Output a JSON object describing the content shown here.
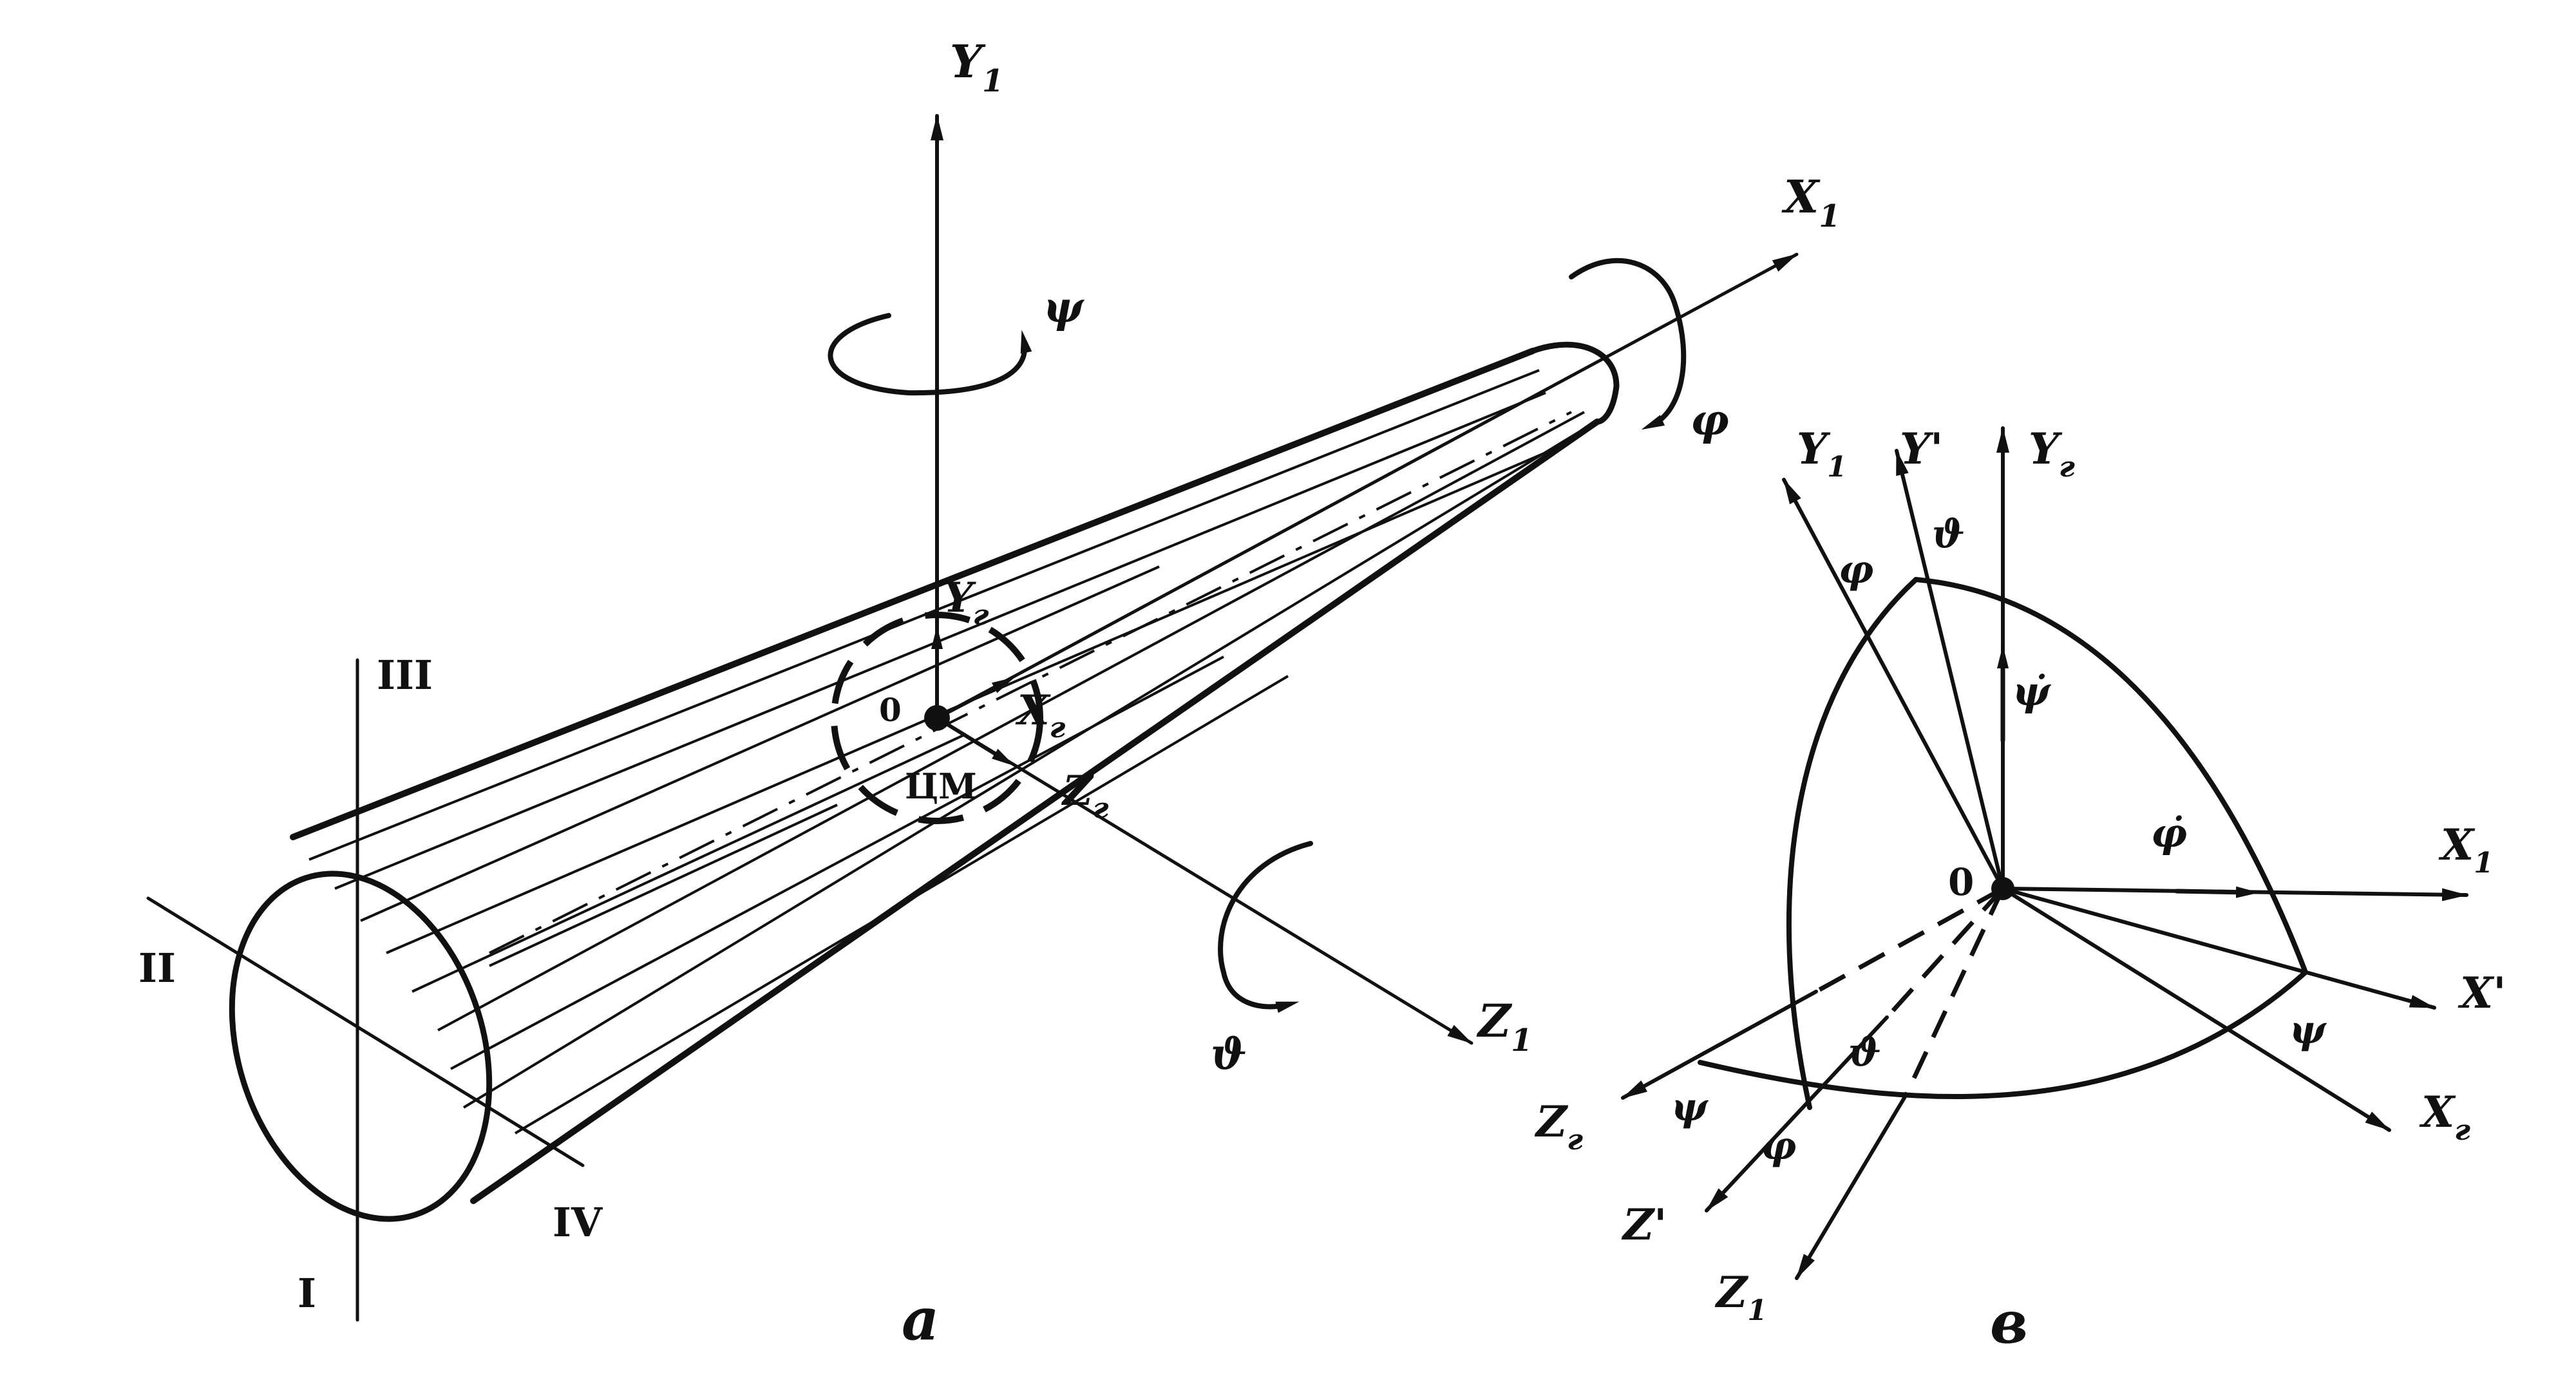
{
  "panel_a": {
    "caption": "a",
    "axes": {
      "y1": "Y",
      "y1_sub": "1",
      "x1": "X",
      "x1_sub": "1",
      "z1": "Z",
      "z1_sub": "1",
      "yg": "Y",
      "yg_sub": "г",
      "xg": "X",
      "xg_sub": "г",
      "zg": "Z",
      "zg_sub": "г"
    },
    "rotations": {
      "psi": "ψ",
      "phi": "φ",
      "theta": "ϑ"
    },
    "origin_label": "0",
    "cm_label": "ЦМ",
    "section_labels": {
      "s1": "I",
      "s2": "II",
      "s3": "III",
      "s4": "IV"
    }
  },
  "panel_v": {
    "caption": "в",
    "origin_label": "0",
    "axes": {
      "y1": "Y",
      "y1_sub": "1",
      "yprime": "Y'",
      "yg": "Y",
      "yg_sub": "г",
      "x1": "X",
      "x1_sub": "1",
      "xprime": "X'",
      "xg": "X",
      "xg_sub": "г",
      "zg": "Z",
      "zg_sub": "г",
      "zprime": "Z'",
      "z1": "Z",
      "z1_sub": "1"
    },
    "angles": {
      "phi_top": "φ",
      "theta_top": "ϑ",
      "psi_dot": "ψ̇",
      "phi_dot": "φ̇",
      "psi_right": "ψ",
      "psi_left": "ψ",
      "theta_bottom": "ϑ",
      "phi_bottom": "φ"
    }
  }
}
